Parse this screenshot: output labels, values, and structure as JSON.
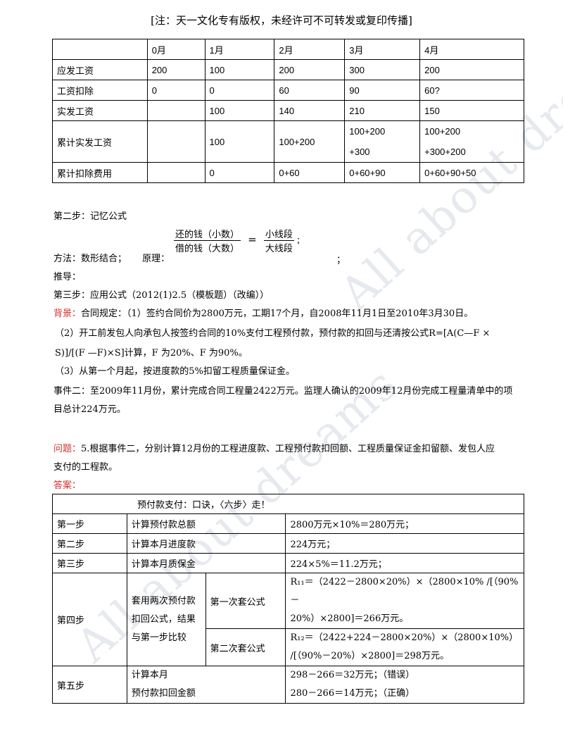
{
  "notice": "[注：天一文化专有版权，未经许可不可转发或复印传播]",
  "watermarks": [
    "All about dreams",
    "All about dreams"
  ],
  "salary_table": {
    "headers": [
      "",
      "0月",
      "1月",
      "2月",
      "3月",
      "4月"
    ],
    "rows": [
      {
        "label": "应发工资",
        "cells": [
          "200",
          "100",
          "200",
          "300",
          "200"
        ]
      },
      {
        "label": "工资扣除",
        "cells": [
          "0",
          "0",
          "60",
          "90",
          "60?"
        ]
      },
      {
        "label": "实发工资",
        "cells": [
          "",
          "100",
          "140",
          "210",
          "150"
        ]
      },
      {
        "label": "累计实发工资",
        "cells": [
          "",
          "100",
          "100+200",
          "100+200\n+300",
          "100+200\n+300+200"
        ]
      },
      {
        "label": "累计扣除费用",
        "cells": [
          "",
          "0",
          "0+60",
          "0+60+90",
          "0+60+90+50"
        ]
      }
    ]
  },
  "step2": "第二步：记忆公式",
  "formula": {
    "left_num": "还的钱（小数）",
    "left_den": "借的钱（大数）",
    "eq": "=",
    "right_num": "小线段",
    "right_den": "大线段",
    "tail": ";"
  },
  "method": {
    "label": "方法：数形结合；",
    "principle": "原理：",
    "end": "；"
  },
  "derive": "推导：",
  "step3": "第三步：应用公式（2012(1)2.5（模板题）（改编））",
  "background_label": "背景：",
  "background_text": "合同规定：（1）签约合同价为2800万元，工期17个月，自2008年11月1日至2010年3月30日。",
  "clause2_a": "（2）开工前发包人向承包人按签约合同的10%支付工程预付款，预付款的扣回与还清按公式R=[A(C—F ×",
  "clause2_b": "S)]/[(F —F)×S]计算，F 为20%、F 为90%。",
  "clause3": "（3）从第一个月起，按进度款的5%扣留工程质量保证金。",
  "event2_a": "事件二：至2009年11月份，累计完成合同工程量2422万元。监理人确认的2009年12月份完成工程量清单中的项",
  "event2_b": "目总计224万元。",
  "question_label": "问题：",
  "question_a": "5.根据事件二，分别计算12月份的工程进度款、工程预付款扣回额、工程质量保证金扣留额、发包人应",
  "question_b": "支付的工程款。",
  "answer_label": "答案：",
  "steps_table": {
    "title": "预付款支付：口诀，〈六步〉走！",
    "step1": {
      "label": "第一步",
      "desc": "计算预付款总额",
      "result": "2800万元×10%＝280万元；"
    },
    "step2": {
      "label": "第二步",
      "desc": "计算本月进度款",
      "result": "224万元；"
    },
    "step3": {
      "label": "第三步",
      "desc": "计算本月质保金",
      "result": "224×5%＝11.2万元；"
    },
    "step4": {
      "label": "第四步",
      "desc_lines": [
        "套用两次预付款",
        "扣回公式，结果",
        "与第一步比较"
      ],
      "first_label": "第一次套公式",
      "first_lines": [
        "R₁₁＝（2422－2800×20%）×（2800×10% /[（90%－",
        "20%）×2800]＝266万元。"
      ],
      "second_label": "第二次套公式",
      "second_lines": [
        "R₁₂＝（2422+224－2800×20%）×（2800×10%）",
        "/[（90%－20%）×2800]＝298万元。"
      ]
    },
    "step5": {
      "label": "第五步",
      "desc_lines": [
        "计算本月",
        "预付款扣回金额"
      ],
      "result_lines": [
        "298－266＝32万元；（错误）",
        "280－266＝14万元；（正确）"
      ]
    }
  }
}
